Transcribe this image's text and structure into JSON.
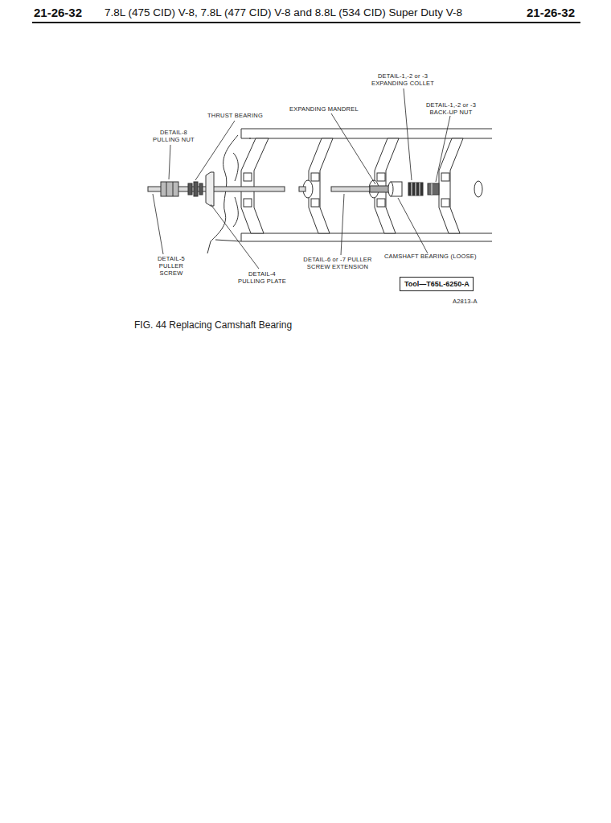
{
  "diagram": {
    "caption": "FIG. 44 Replacing Camshaft Bearing",
    "nodes": [
      {
        "text": [
          "Tool—T65L-6250-A"
        ]
      }
    ],
    "labels": [
      "21-26-32",
      "7.8L (475 CID) V-8, 7.8L (477 CID) V-8 and 8.8L (534 CID) Super Duty V-8",
      "21-26-32",
      "DETAIL-1,-2 or -3 EXPANDING COLLET",
      "THRUST BEARING",
      "EXPANDING MANDREL",
      "DETAIL-1,-2 or -3 BACK-UP NUT",
      "DETAIL-8 PULLING NUT",
      "DETAIL-5 PULLER SCREW",
      "DETAIL-4 PULLING PLATE",
      "DETAIL-6 or -7 PULLER SCREW EXTENSION",
      "CAMSHAFT BEARING (LOOSE)",
      "A2813-A"
    ]
  }
}
